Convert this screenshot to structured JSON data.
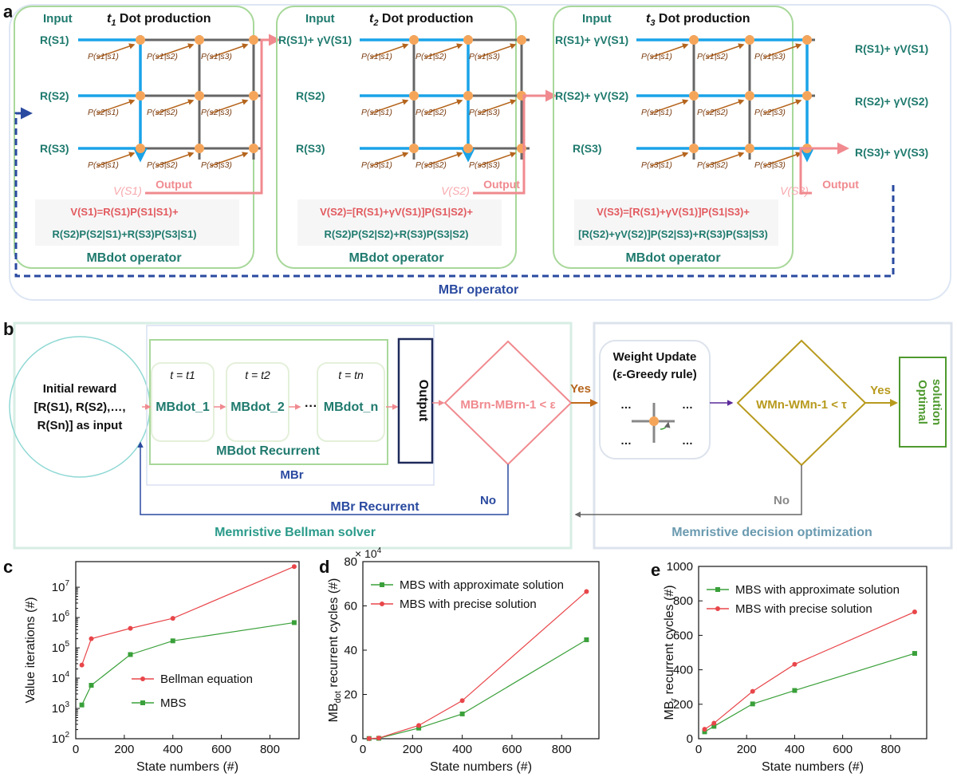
{
  "colors": {
    "teal": "#1f7a6e",
    "pink": "#f08a8f",
    "brown": "#b5651d",
    "blue": "#1aa3e8",
    "navy": "#2a4aa0",
    "olive": "#b89a1e",
    "green": "#4f9a2f",
    "gray": "#666666"
  },
  "panel_a": {
    "label": "a",
    "blocks": [
      {
        "time": "t",
        "sub": "1",
        "title": "Dot production",
        "input_label": "Input",
        "inputs": [
          "R(S1)",
          "R(S2)",
          "R(S3)"
        ],
        "weights": [
          [
            "P(s1|s1)",
            "P(s1|s2)",
            "P(s1|s3)"
          ],
          [
            "P(s2|s1)",
            "P(s2|s2)",
            "P(s2|s3)"
          ],
          [
            "P(s3|s1)",
            "P(s3|s2)",
            "P(s3|s3)"
          ]
        ],
        "output_value": "V(S1)",
        "output_label": "Output",
        "eq1": "V(S1)=R(S1)P(S1|S1)+",
        "eq2": "R(S2)P(S2|S1)+R(S3)P(S3|S1)",
        "operator": "MBdot operator"
      },
      {
        "time": "t",
        "sub": "2",
        "title": "Dot production",
        "input_label": "Input",
        "inputs": [
          "R(S1)+ γV(S1)",
          "R(S2)",
          "R(S3)"
        ],
        "weights": [
          [
            "P(s1|s1)",
            "P(s1|s2)",
            "P(s1|s3)"
          ],
          [
            "P(s2|s1)",
            "P(s2|s2)",
            "P(s2|s3)"
          ],
          [
            "P(s3|s1)",
            "P(s3|s2)",
            "P(s3|s3)"
          ]
        ],
        "output_value": "V(S2)",
        "output_label": "Output",
        "eq1": "V(S2)=[R(S1)+γV(S1)]P(S1|S2)+",
        "eq2": "R(S2)P(S2|S2)+R(S3)P(S3|S2)",
        "operator": "MBdot operator"
      },
      {
        "time": "t",
        "sub": "3",
        "title": "Dot production",
        "input_label": "Input",
        "inputs": [
          "R(S1)+ γV(S1)",
          "R(S2)+ γV(S2)",
          "R(S3)"
        ],
        "weights": [
          [
            "P(s1|s1)",
            "P(s1|s2)",
            "P(s1|s3)"
          ],
          [
            "P(s2|s1)",
            "P(s2|s2)",
            "P(s2|s3)"
          ],
          [
            "P(s3|s1)",
            "P(s3|s2)",
            "P(s3|s3)"
          ]
        ],
        "output_value": "V(S3)",
        "output_label": "Output",
        "eq1": "V(S3)=[R(S1)+γV(S1)]P(S1|S3)+",
        "eq2": "[R(S2)+γV(S2)]P(S2|S3)+R(S3)P(S3|S3)",
        "operator": "MBdot operator"
      }
    ],
    "final_outputs": [
      "R(S1)+ γV(S1)",
      "R(S2)+ γV(S2)",
      "R(S3)+ γV(S3)"
    ],
    "loop_label": "MBr operator"
  },
  "panel_b": {
    "label": "b",
    "initial": [
      "Initial reward",
      "[R(S1), R(S2),…,",
      "R(Sn)] as input"
    ],
    "steps": [
      {
        "t": "t = t1",
        "name": "MBdot_1"
      },
      {
        "t": "t = t2",
        "name": "MBdot_2"
      },
      {
        "t": "t = tn",
        "name": "MBdot_n"
      }
    ],
    "ellipsis": "···",
    "recurrent_label": "MBdot Recurrent",
    "mbr_label": "MBr",
    "output": "Output",
    "condition1": "MBrn-MBrn-1 < ε",
    "yes1": "Yes",
    "no1": "No",
    "mbr_recurrent": "MBr Recurrent",
    "weight_update": [
      "Weight Update",
      "(ε-Greedy rule)"
    ],
    "condition2": "WMn-WMn-1 < τ",
    "yes2": "Yes",
    "no2": "No",
    "optimal": [
      "Optimal",
      "solution"
    ],
    "solver_label": "Memristive Bellman solver",
    "decision_label": "Memristive decision optimization"
  },
  "chart_data": [
    {
      "label": "c",
      "type": "line",
      "xlabel": "State numbers (#)",
      "ylabel": "Value iterations (#)",
      "yscale": "log",
      "xlim": [
        0,
        920
      ],
      "ylim": [
        100,
        70000000
      ],
      "xticks": [
        0,
        200,
        400,
        600,
        800
      ],
      "yticks_labels": [
        "10^2",
        "10^3",
        "10^4",
        "10^5",
        "10^6",
        "10^7"
      ],
      "x": [
        25,
        64,
        225,
        400,
        900
      ],
      "series": [
        {
          "name": "Bellman equation",
          "color": "#e8464a",
          "marker": "circle",
          "values": [
            27000,
            200000,
            440000,
            940000,
            48000000
          ]
        },
        {
          "name": "MBS",
          "color": "#3aa03a",
          "marker": "square",
          "values": [
            1300,
            5800,
            60000,
            170000,
            680000
          ]
        }
      ],
      "legend": "bottom-right"
    },
    {
      "label": "d",
      "type": "line",
      "xlabel": "State numbers (#)",
      "ylabel": "MBdot recurrent cycles (#)",
      "multiplier": "× 10^4",
      "xlim": [
        0,
        950
      ],
      "ylim": [
        0,
        80
      ],
      "xticks": [
        0,
        200,
        400,
        600,
        800
      ],
      "yticks": [
        0,
        20,
        40,
        60,
        80
      ],
      "x": [
        25,
        64,
        225,
        400,
        900
      ],
      "series": [
        {
          "name": "MBS with approximate solution",
          "color": "#3aa03a",
          "marker": "square",
          "values": [
            0.1,
            0.2,
            4.8,
            11.2,
            44.7
          ]
        },
        {
          "name": "MBS with precise solution",
          "color": "#e8464a",
          "marker": "circle",
          "values": [
            0.1,
            0.3,
            6.0,
            17.2,
            66.5
          ]
        }
      ],
      "legend": "top-left"
    },
    {
      "label": "e",
      "type": "line",
      "xlabel": "State numbers (#)",
      "ylabel": "MBr recurrent cycles (#)",
      "xlim": [
        0,
        950
      ],
      "ylim": [
        0,
        1000
      ],
      "xticks": [
        0,
        200,
        400,
        600,
        800
      ],
      "yticks": [
        0,
        200,
        400,
        600,
        800,
        1000
      ],
      "x": [
        25,
        64,
        225,
        400,
        900
      ],
      "series": [
        {
          "name": "MBS with approximate solution",
          "color": "#3aa03a",
          "marker": "square",
          "values": [
            40,
            72,
            202,
            280,
            495
          ]
        },
        {
          "name": "MBS with precise solution",
          "color": "#e8464a",
          "marker": "circle",
          "values": [
            55,
            90,
            275,
            432,
            736
          ]
        }
      ],
      "legend": "top-left"
    }
  ]
}
